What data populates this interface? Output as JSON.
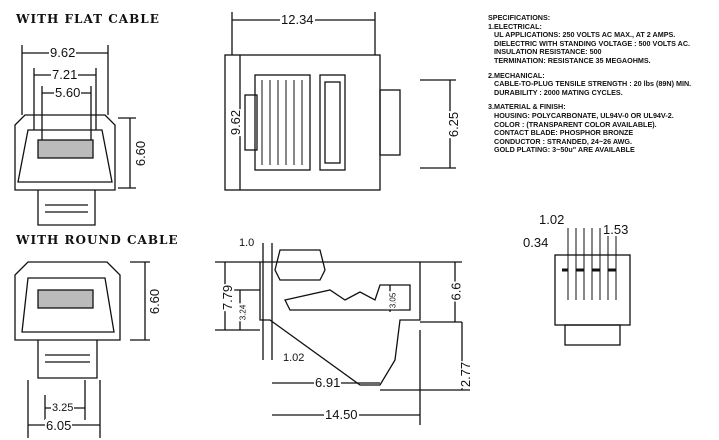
{
  "titles": {
    "flat": "WITH FLAT CABLE",
    "round": "WITH ROUND CABLE"
  },
  "specifications": {
    "heading": "SPECIFICATIONS:",
    "sections": [
      {
        "title": "1.ELECTRICAL:",
        "lines": [
          "UL APPLICATIONS: 250 VOLTS AC MAX., AT 2 AMPS.",
          "DIELECTRIC WITH STANDING VOLTAGE : 500 VOLTS AC.",
          "INSULATION RESISTANCE: 500",
          "TERMINATION: RESISTANCE  35 MEGAOHMS."
        ]
      },
      {
        "title": "2.MECHANICAL:",
        "lines": [
          "CABLE-TO-PLUG TENSILE STRENGTH : 20 lbs (89N) MIN.",
          "DURABILITY : 2000 MATING CYCLES."
        ]
      },
      {
        "title": "3.MATERIAL & FINISH:",
        "lines": [
          "HOUSING: POLYCARBONATE, UL94V-0 OR UL94V-2.",
          "COLOR   : (TRANSPARENT  COLOR AVAILABLE).",
          "CONTACT BLADE: PHOSPHOR BRONZE",
          "CONDUCTOR : STRANDED, 24~26  AWG.",
          "GOLD PLATING: 3~50u\" ARE AVAILABLE"
        ]
      }
    ]
  },
  "dimensions": {
    "flat_front": {
      "w1": "9.62",
      "w2": "7.21",
      "w3": "5.60",
      "h": "6.60"
    },
    "top_view": {
      "w": "12.34",
      "h1": "9.62",
      "h2": "6.25"
    },
    "round_front": {
      "h": "6.60",
      "w1": "3.25",
      "w2": "6.05"
    },
    "side_view": {
      "a": "1.0",
      "b": "7.79",
      "c": "3.24",
      "d": "3.05",
      "e": "6.6",
      "f": "1.02",
      "g": "6.91",
      "h": "2.77",
      "i": "14.50"
    },
    "contact_view": {
      "a": "1.02",
      "b": "1.53",
      "c": "0.34"
    }
  }
}
